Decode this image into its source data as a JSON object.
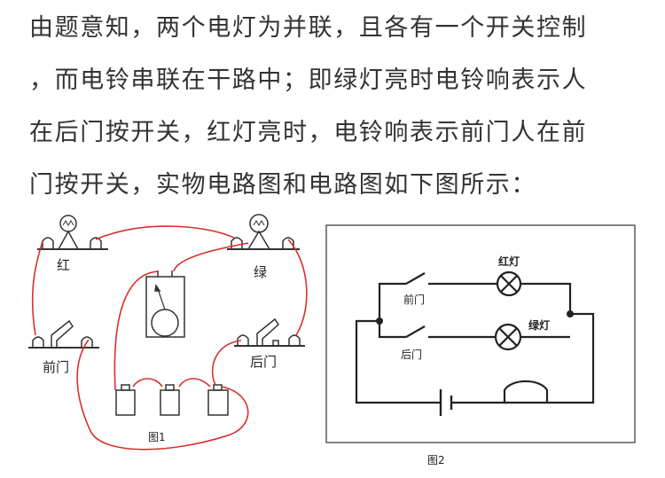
{
  "text": {
    "lines": [
      "由题意知，两个电灯为并联，且各有一个开关控制",
      "，而电铃串联在干路中；即绿灯亮时电铃响表示人",
      "在后门按开关，红灯亮时，电铃响表示前门人在前",
      "门按开关，实物电路图和电路图如下图所示："
    ]
  },
  "figure1": {
    "label_red": "红",
    "label_green": "绿",
    "label_front": "前门",
    "label_back": "后门",
    "caption": "图1",
    "wire_color": "#d9302c"
  },
  "figure2": {
    "label_red_lamp": "红灯",
    "label_green_lamp": "绿灯",
    "label_front": "前门",
    "label_back": "后门",
    "caption": "图2"
  }
}
